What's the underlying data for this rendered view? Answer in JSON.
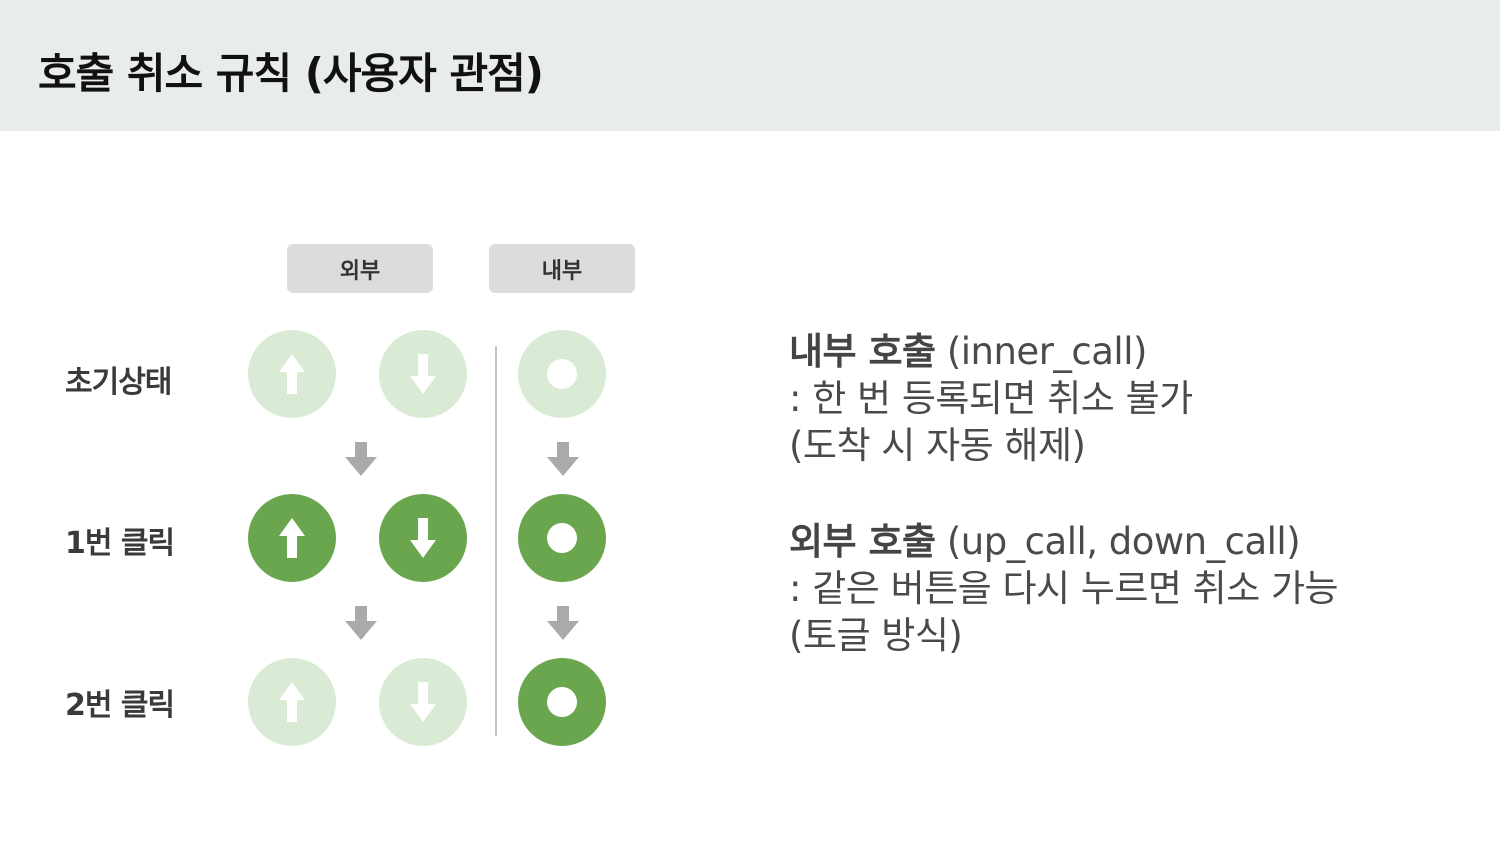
{
  "title": "호출 취소 규칙 (사용자 관점)",
  "columns": {
    "outer": "외부",
    "inner": "내부"
  },
  "rows": [
    {
      "label": "초기상태",
      "state": "initial"
    },
    {
      "label": "1번 클릭",
      "state": "click1"
    },
    {
      "label": "2번 클릭",
      "state": "click2"
    }
  ],
  "descriptions": {
    "inner": {
      "title": "내부 호출",
      "code": "(inner_call)",
      "line2": ": 한 번 등록되면 취소 불가",
      "line3": "(도착 시 자동 해제)"
    },
    "outer": {
      "title": "외부 호출",
      "code": "(up_call, down_call)",
      "line2": ": 같은 버튼을 다시 누르면 취소 가능",
      "line3": "(토글 방식)"
    }
  },
  "colors": {
    "active": "#69a64e",
    "faded": "#d9ebd4",
    "header_bg": "#e9ecec",
    "arrow": "#aaaaaa"
  }
}
